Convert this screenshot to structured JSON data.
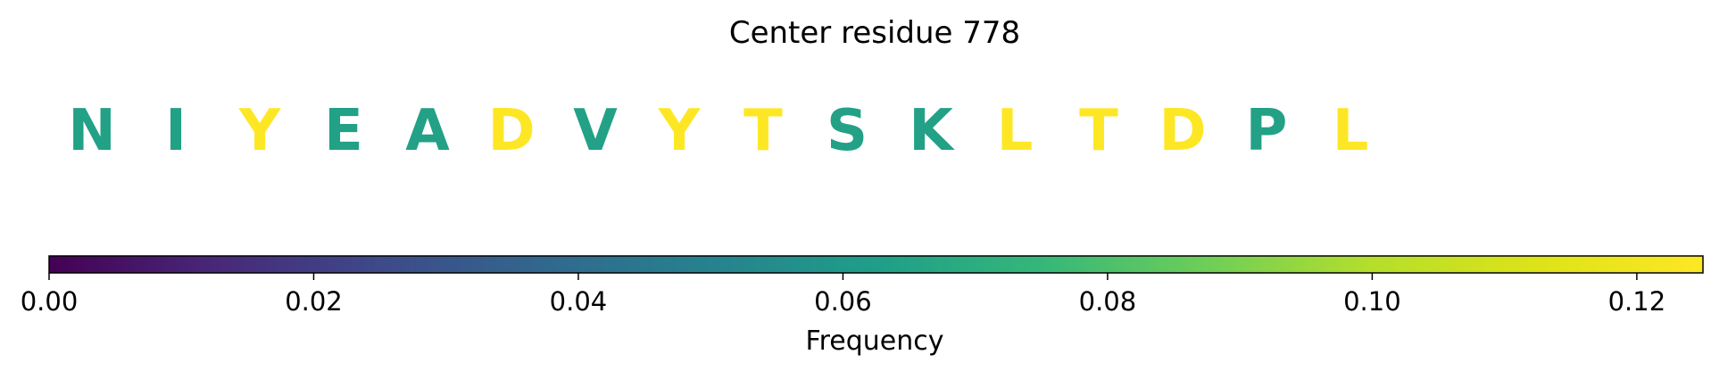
{
  "chart_data": {
    "type": "sequence-logo",
    "title": "Center residue 778",
    "residues": [
      {
        "letter": "N",
        "value": 0.064
      },
      {
        "letter": "I",
        "value": 0.064
      },
      {
        "letter": "Y",
        "value": 0.125
      },
      {
        "letter": "E",
        "value": 0.064
      },
      {
        "letter": "A",
        "value": 0.064
      },
      {
        "letter": "D",
        "value": 0.125
      },
      {
        "letter": "V",
        "value": 0.064
      },
      {
        "letter": "Y",
        "value": 0.125
      },
      {
        "letter": "T",
        "value": 0.125
      },
      {
        "letter": "S",
        "value": 0.064
      },
      {
        "letter": "K",
        "value": 0.064
      },
      {
        "letter": "L",
        "value": 0.125
      },
      {
        "letter": "T",
        "value": 0.125
      },
      {
        "letter": "D",
        "value": 0.125
      },
      {
        "letter": "P",
        "value": 0.064
      },
      {
        "letter": "L",
        "value": 0.125
      }
    ],
    "colorbar": {
      "label": "Frequency",
      "colormap": "viridis",
      "range": [
        0,
        0.125
      ],
      "ticks": [
        0.0,
        0.02,
        0.04,
        0.06,
        0.08,
        0.1,
        0.12
      ],
      "tick_labels": [
        "0.00",
        "0.02",
        "0.04",
        "0.06",
        "0.08",
        "0.10",
        "0.12"
      ]
    },
    "colors": {
      "teal": "#21918c",
      "yellow": "#fde725"
    }
  }
}
